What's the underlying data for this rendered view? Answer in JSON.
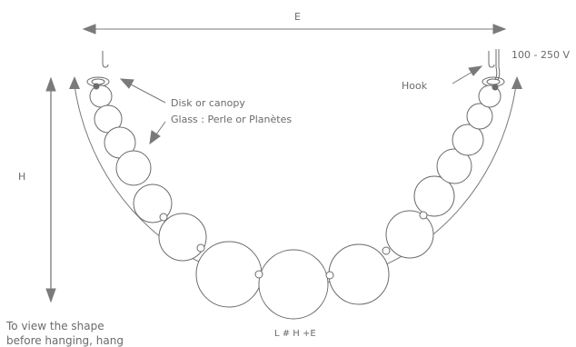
{
  "labels": {
    "width_dim": "E",
    "height_dim": "H",
    "length_formula": "L # H +E",
    "voltage": "100 - 250 V",
    "hook": "Hook",
    "disk": "Disk or canopy",
    "glass": "Glass : Perle or Planètes",
    "footnote_line1": "To view the shape",
    "footnote_line2": "before hanging, hang"
  },
  "colors": {
    "stroke": "#6b6b6b",
    "arrow": "#7a7a7a",
    "text": "#6b6b6b"
  }
}
